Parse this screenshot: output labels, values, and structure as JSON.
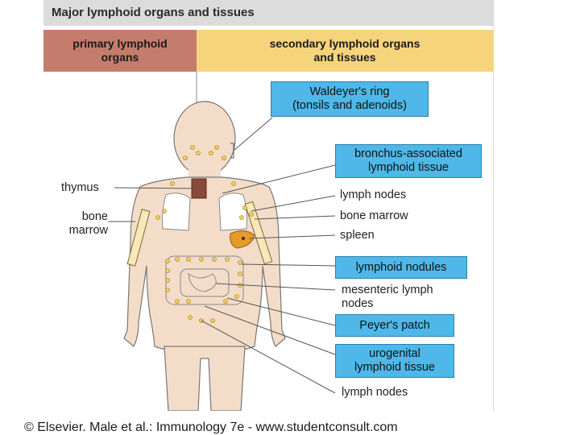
{
  "title": "Major lymphoid organs and tissues",
  "headers": {
    "primary": [
      "primary lymphoid",
      "organs"
    ],
    "secondary": [
      "secondary lymphoid organs",
      "and tissues"
    ]
  },
  "left_labels": {
    "thymus": "thymus",
    "bone_marrow": [
      "bone",
      "marrow"
    ]
  },
  "right_labels": {
    "waldeyer": [
      "Waldeyer's ring",
      "(tonsils and adenoids)"
    ],
    "balt": [
      "bronchus-associated",
      "lymphoid tissue"
    ],
    "lymph_nodes_upper": "lymph nodes",
    "bone_marrow": "bone marrow",
    "spleen": "spleen",
    "lymphoid_nodules": "lymphoid nodules",
    "mesenteric": [
      "mesenteric lymph",
      "nodes"
    ],
    "peyers": "Peyer's patch",
    "urogenital": [
      "urogenital",
      "lymphoid tissue"
    ],
    "lymph_nodes_lower": "lymph nodes"
  },
  "footer": "© Elsevier. Male et al.: Immunology 7e - www.studentconsult.com",
  "colors": {
    "primary_header": "#c47d6d",
    "secondary_header": "#f6d47c",
    "box": "#4fb8e8",
    "body": "#f4ddc8",
    "organ_outline": "#555555"
  }
}
